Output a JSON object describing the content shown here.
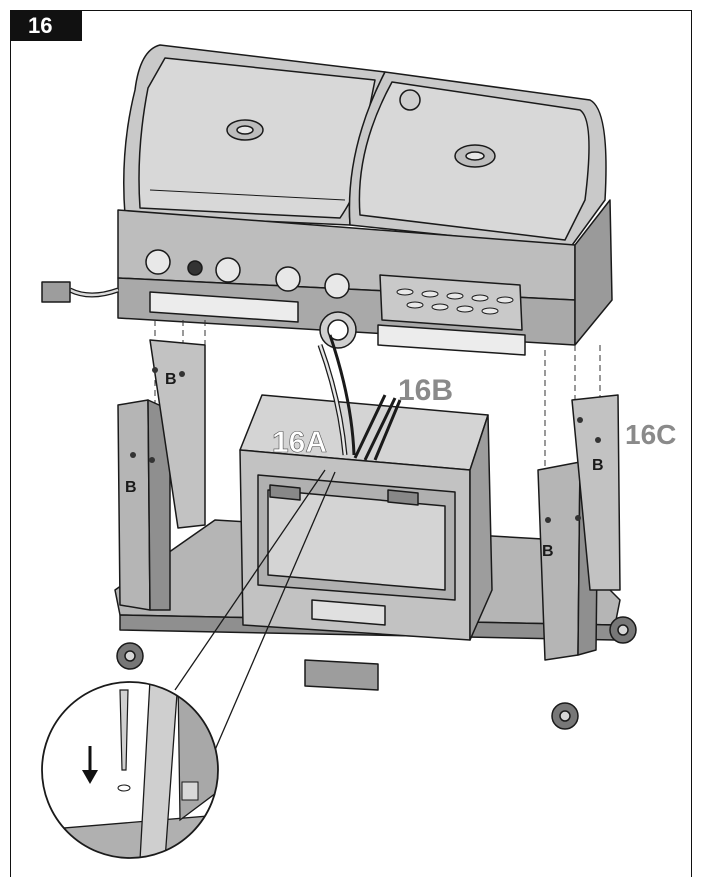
{
  "step": {
    "number": "16"
  },
  "callouts": {
    "part_a": "16A",
    "part_b": "16B",
    "part_c": "16C",
    "bolt_b": "B"
  },
  "colors": {
    "line": "#1a1a1a",
    "panel_light": "#d4d4d4",
    "panel_mid": "#b9b9b9",
    "panel_dark": "#8f8f8f",
    "callout_white": "#ffffff",
    "callout_gray": "#8a8a8a"
  },
  "icons": [
    "down-arrow-icon",
    "control-knob-icon",
    "logo-badge-icon",
    "caster-wheel-icon",
    "bolt-icon"
  ]
}
